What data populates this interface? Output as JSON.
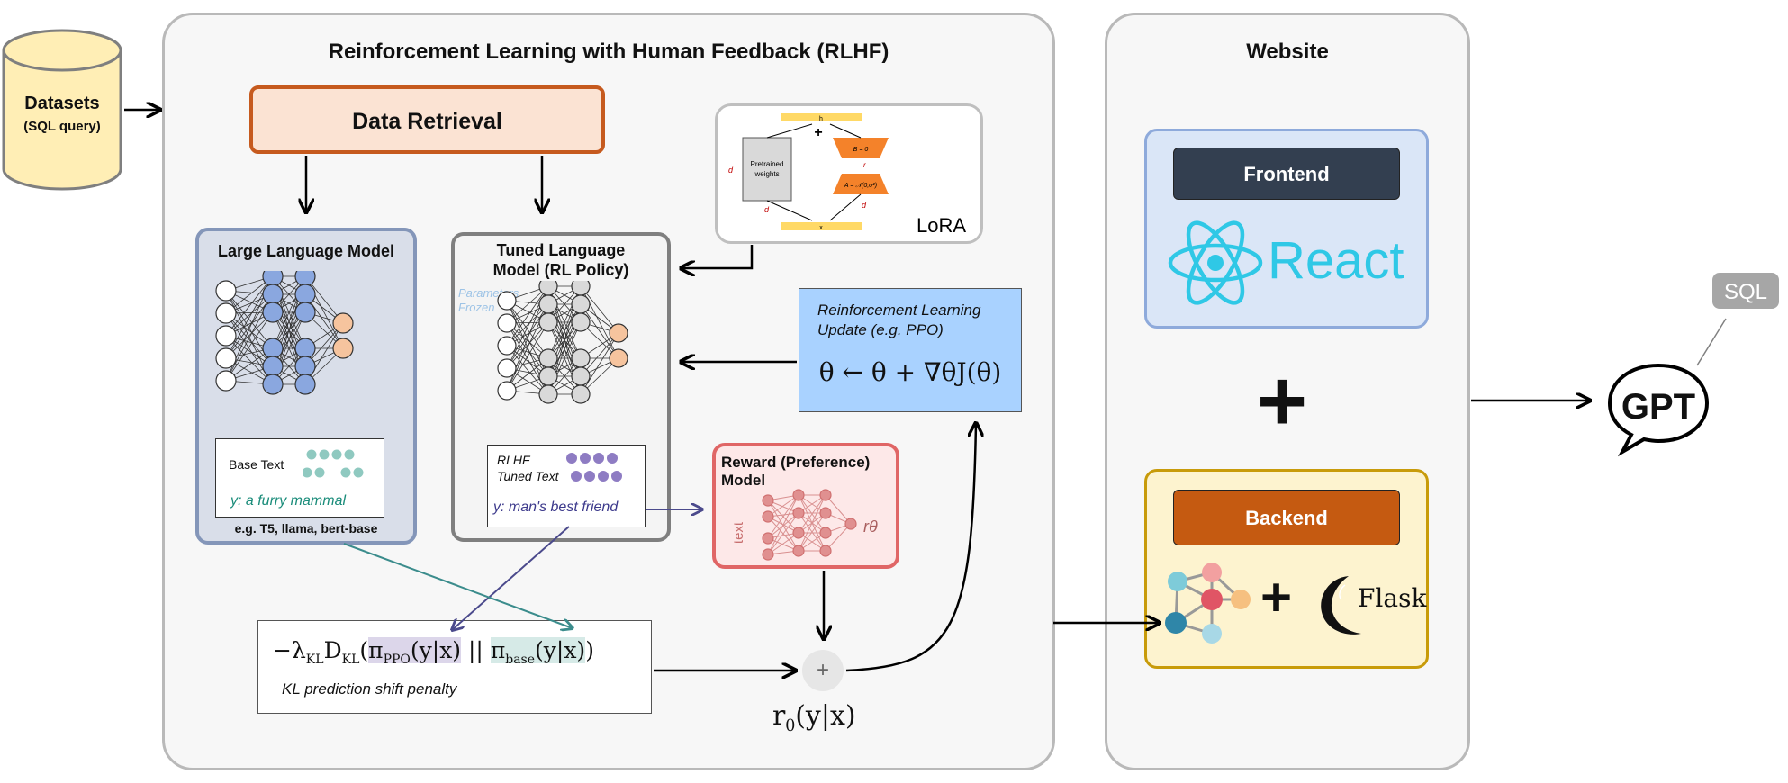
{
  "datasets": {
    "title": "Datasets",
    "subtitle": "(SQL query)"
  },
  "rlhf": {
    "title": "Reinforcement Learning with Human Feedback (RLHF)",
    "data_retrieval": "Data Retrieval",
    "lora": {
      "label": "LoRA",
      "pretrained": "Pretrained weights",
      "b_eq": "B = 0",
      "a_eq": "A = 𝒩(0,σ²)",
      "dim_d": "d",
      "dim_r": "r",
      "top_h": "h",
      "bottom_x": "x"
    },
    "llm": {
      "title": "Large Language Model",
      "base_text": "Base Text",
      "y_text": "y: a furry mammal",
      "examples": "e.g. T5, llama, bert-base"
    },
    "tuned": {
      "title_line1": "Tuned Language",
      "title_line2": "Model (RL Policy)",
      "param_line1": "Parameters",
      "param_line2": "Frozen",
      "rlhf_label": "RLHF",
      "tuned_label": "Tuned Text",
      "y_text": "y: man's best friend"
    },
    "rl_update": {
      "line1": "Reinforcement Learning",
      "line2": "Update (e.g. PPO)",
      "formula": "θ ← θ + ∇θJ(θ)"
    },
    "reward": {
      "title_line1": "Reward (Preference)",
      "title_line2": "Model",
      "text_label": "text",
      "r_label": "rθ"
    },
    "kl": {
      "formula": "−λKL DKL(πPPO(y|x) || πbase(y|x))",
      "caption": "KL prediction shift penalty"
    },
    "plus": "+",
    "reward_out": "rθ(y|x)"
  },
  "website": {
    "title": "Website",
    "frontend": "Frontend",
    "react": "React",
    "plus": "+",
    "backend": "Backend",
    "flask": "Flask"
  },
  "gpt": {
    "label": "GPT",
    "sql": "SQL"
  },
  "colors": {
    "retrieval_fill": "#fbe3d3",
    "retrieval_border": "#c65a1e",
    "llm_fill": "#d9dee9",
    "llm_border": "#8496b9",
    "node_blue": "#8aa7df",
    "node_orange": "#f6c49e",
    "node_gray": "#d9d9d9",
    "rl_fill": "#a9d2ff",
    "reward_fill": "#fde8e8",
    "reward_border": "#e06666",
    "frontend_fill": "#dae6f7",
    "frontend_border": "#8eaadb",
    "label_dark": "#333f50",
    "backend_fill": "#fdf3cf",
    "backend_border": "#c89b0a",
    "backend_btn": "#c55a11",
    "react_cyan": "#2fc8e6"
  }
}
